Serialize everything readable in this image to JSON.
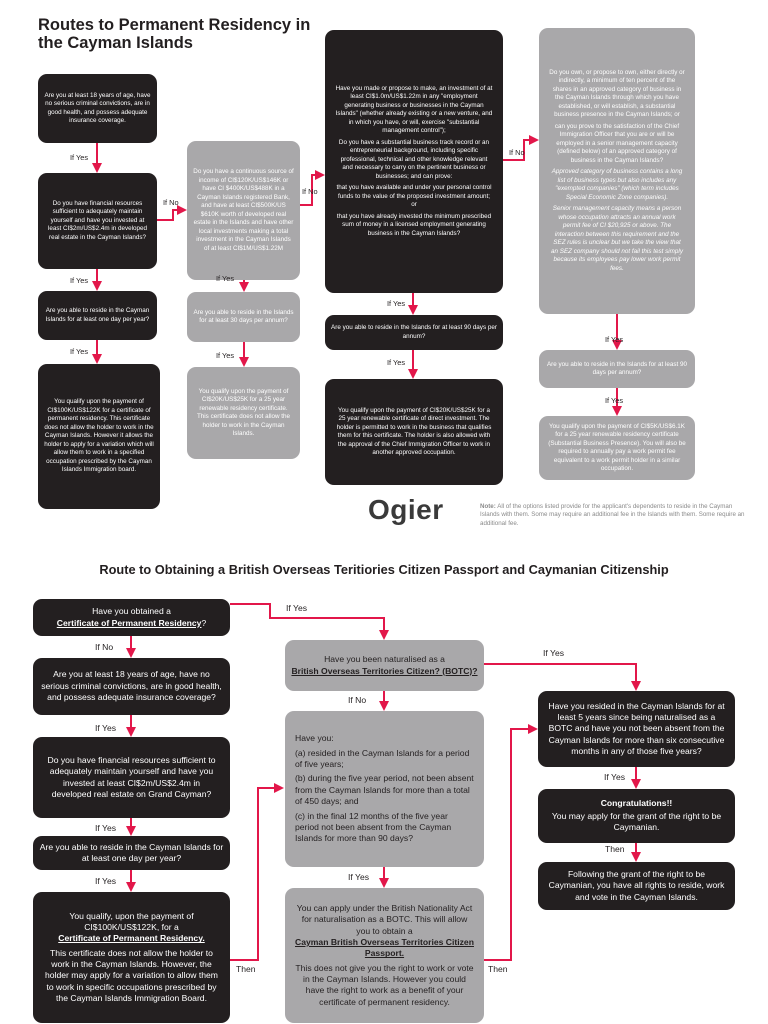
{
  "title_top": "Routes to Permanent Residency in the Cayman Islands",
  "title_bottom": "Route to Obtaining a British Overseas Teritiories Citizen Passport and Caymanian Citizenship",
  "logo": "Ogier",
  "note": {
    "label": "Note:",
    "text": "All of the options listed provide for the applicant's dependents to reside in the Cayman Islands with them. Some may require an additional fee in the Islands with them. Some require an additional fee."
  },
  "colors": {
    "dark": "#231f20",
    "gray": "#9b9a9c",
    "light_gray": "#c2c1c3",
    "arrow": "#e2174a"
  },
  "top": {
    "col1": {
      "q1": "Are you at least 18 years of age, have no serious criminal convictions, are in good health, and possess adequate insurance coverage.",
      "q2": "Do you have financial resources sufficient to adequately maintain yourself and have you invested at least CI$2m/US$2.4m in developed real estate in the Cayman Islands?",
      "q3": "Are you able to reside in the Cayman Islands for at least one day per year?",
      "result": "You qualify upon the payment of CI$100K/US$122K for a certificate of permanent residency. This certificate does not allow the holder to work in the Cayman Islands. However it allows the holder to apply for a variation which will allow them to work in a specified occupation prescribed by the Cayman Islands Immigration board."
    },
    "col2": {
      "q1": "Do you have a continuous source of income of CI$120K/US$146K or have CI $400K/US$488K in a Cayman Islands registered Bank, and have at least CI$500K/US $610K worth of developed real estate in the Islands and have other local investments making a total investment in the Cayman Islands of at least CI$1M/US$1.22M",
      "q2": "Are you able to reside in the Islands for at least 30 days per annum?",
      "result": "You qualify upon the payment of CI$20K/US$25K for a 25 year renewable residency certificate. This certificate does not allow the holder to work in the Cayman Islands."
    },
    "col3": {
      "q1_p1": "Have you made or propose to make, an investment of at least CI$1.0m/US$1.22m in any \"employment generating business or businesses in the Cayman Islands\" (whether already existing or a new venture, and in which you have, or will, exercise \"substantial management control\");",
      "q1_p2": "Do you have a substantial business track record or an entrepreneurial background, including specific professional, technical and other knowledge relevant and necessary to carry on the pertinent business or businesses; and can prove:",
      "q1_p3": "that you have available and under your personal control funds to the value of the proposed investment amount; or",
      "q1_p4": "that you have already invested the minimum prescribed sum of money in a licensed employment generating business in the Cayman Islands?",
      "q2": "Are you able to reside in the Islands for at least 90 days per annum?",
      "result": "You qualify upon the payment of CI$20K/US$25K for a 25 year renewable certificate of direct investment. The holder is permitted to work in the business that qualifies them for this certificate. The holder is also allowed with the approval of the Chief Immigration Officer to work in another approved occupation."
    },
    "col4": {
      "q1_p1": "Do you own, or propose to own, either directly or indirectly, a minimum of ten percent of the shares in an approved category of business in the Cayman Islands through which you have established, or will establish, a substantial business presence in the Cayman Islands; or",
      "q1_p2": "can you prove to the satisfaction of the Chief Immigration Officer that you are or will be employed in a senior management capacity (defined below) of an approved category of business in the Cayman Islands?",
      "q1_p3": "Approved category of business contains a long list of business types but also includes any \"exempted companies\" (which term includes Special Economic Zone companies).",
      "q1_p4": "Senior management capacity means a person whose occupation attracts an annual work permit fee of CI $20,925 or above. The interaction between this requirement and the SEZ rules is unclear but we take the view that an SEZ company should not fail this test simply because its employees pay lower work permit fees.",
      "q2": "Are you able to reside in the Islands for at least 90 days per annum?",
      "result": "You qualify upon the payment of CI$5K/US$6.1K for a 25 year renewable residency certificate (Substantial Business Presence). You will also be required to annually pay a work permit fee equivalent to a work permit holder in a similar occupation."
    },
    "labels": {
      "if_yes": "If Yes",
      "if_no": "If No"
    }
  },
  "bottom": {
    "left": {
      "q1_pre": "Have you obtained a",
      "q1_link": "Certificate of Permanent Residency",
      "q1_post": "?",
      "q2": "Are you at least 18 years of age, have no serious criminal convictions, are in good health, and possess adequate insurance coverage?",
      "q3": "Do you have financial resources sufficient to adequately maintain yourself and have you invested at least CI$2m/US$2.4m in developed real estate on Grand Cayman?",
      "q4": "Are you able to reside in the Cayman Islands for at least one day per year?",
      "result_p1": "You qualify, upon the payment of CI$100K/US$122K, for a",
      "result_link": "Certificate of Permanent Residency.",
      "result_p2": "This certificate does not allow the holder to work in the Cayman Islands. However, the holder may apply for a variation to allow them to work in specific occupations prescribed by the Cayman Islands Immigration Board."
    },
    "middle": {
      "q1_pre": "Have you been naturalised as a",
      "q1_link": "British Overseas Territories Citizen? (BOTC)?",
      "q2_intro": "Have you:",
      "q2_a": "(a) resided in the Cayman Islands for a period of five years;",
      "q2_b": "(b) during the five year period, not been absent from the Cayman Islands for more than a total of 450 days; and",
      "q2_c": "(c) in the final 12 months of the five year period not been absent from the Cayman Islands for more than 90 days?",
      "result_p1": "You can apply under the British Nationality Act for naturalisation as a BOTC. This will allow you to obtain a",
      "result_link": "Cayman British Overseas Territories Citizen Passport.",
      "result_p2": "This does not give you the right to work or vote in the Cayman Islands. However you could have the right to work as a benefit of your certificate of permanent residency."
    },
    "right": {
      "q1": "Have you resided in the Cayman Islands for at least 5 years since being naturalised as a BOTC and have you not been absent from the Cayman Islands for more than six consecutive months in any of those five years?",
      "congrats_title": "Congratulations!!",
      "congrats_text": "You may apply for the grant of the right to be Caymanian.",
      "final": "Following the grant of the right to be Caymanian, you have all rights to reside, work and vote in the Cayman Islands."
    },
    "labels": {
      "if_yes": "If Yes",
      "if_no": "If No",
      "then": "Then"
    }
  }
}
